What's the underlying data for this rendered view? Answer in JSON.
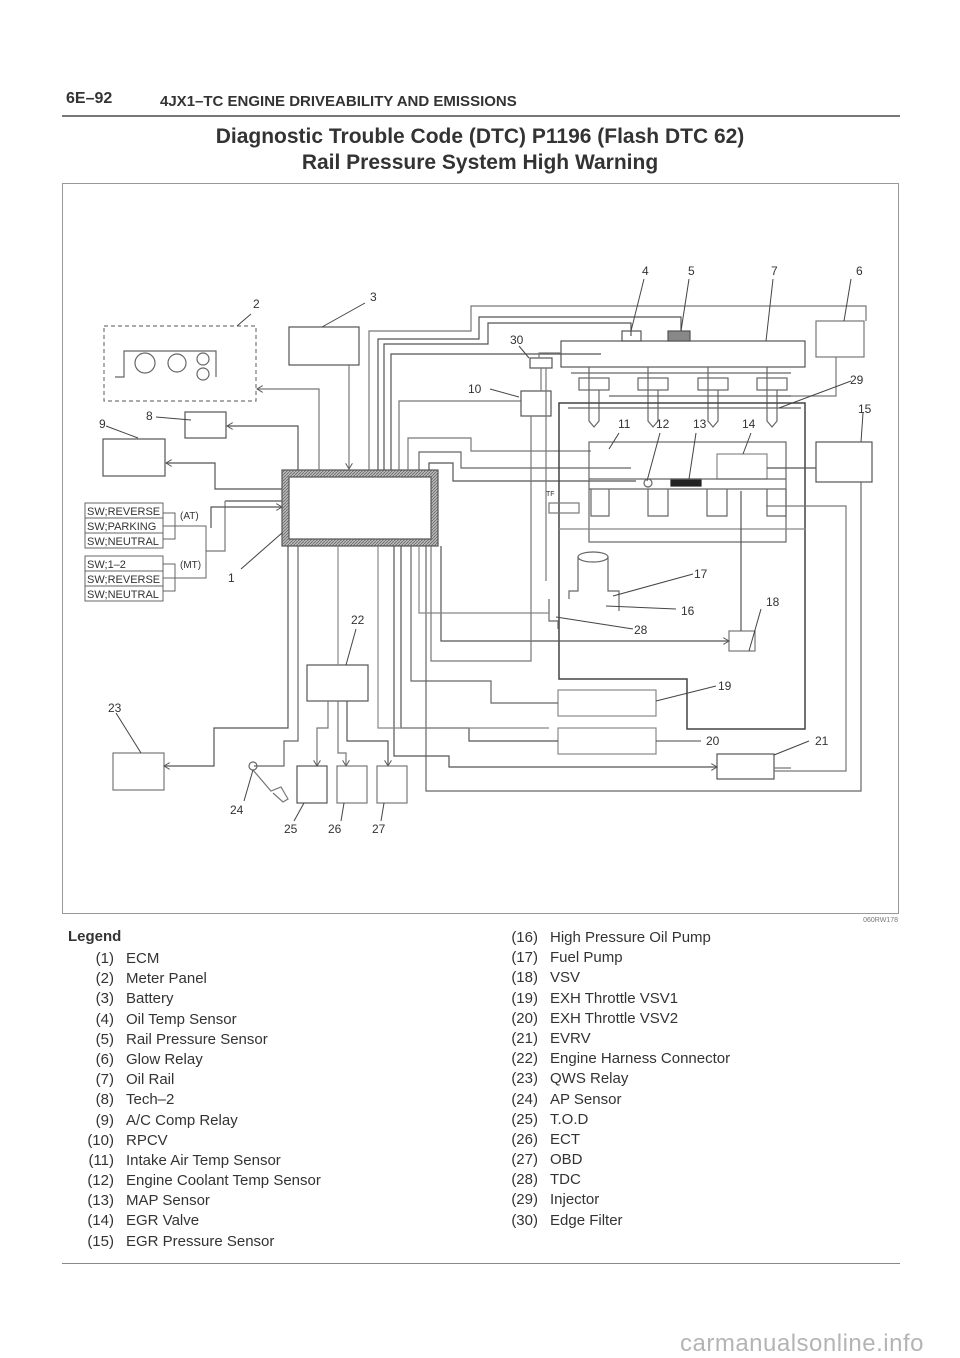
{
  "header": {
    "page_code": "6E–92",
    "section_title": "4JX1–TC ENGINE DRIVEABILITY AND EMISSIONS"
  },
  "title": {
    "line1": "Diagnostic Trouble Code (DTC) P1196 (Flash DTC 62)",
    "line2": "Rail Pressure System High Warning"
  },
  "figure": {
    "code": "060RW178",
    "callouts": [
      "1",
      "2",
      "3",
      "4",
      "5",
      "6",
      "7",
      "8",
      "9",
      "10",
      "11",
      "12",
      "13",
      "14",
      "15",
      "16",
      "17",
      "18",
      "19",
      "20",
      "21",
      "22",
      "23",
      "24",
      "25",
      "26",
      "27",
      "28",
      "29",
      "30"
    ],
    "switch_groups": {
      "at": {
        "label": "(AT)",
        "switches": [
          "SW;REVERSE",
          "SW;PARKING",
          "SW;NEUTRAL"
        ]
      },
      "mt": {
        "label": "(MT)",
        "switches": [
          "SW;1–2",
          "SW;REVERSE",
          "SW;NEUTRAL"
        ]
      }
    },
    "tf_label": "TF"
  },
  "legend": {
    "heading": "Legend",
    "left": [
      {
        "num": "(1)",
        "label": "ECM"
      },
      {
        "num": "(2)",
        "label": "Meter Panel"
      },
      {
        "num": "(3)",
        "label": "Battery"
      },
      {
        "num": "(4)",
        "label": "Oil Temp Sensor"
      },
      {
        "num": "(5)",
        "label": "Rail Pressure Sensor"
      },
      {
        "num": "(6)",
        "label": "Glow Relay"
      },
      {
        "num": "(7)",
        "label": "Oil Rail"
      },
      {
        "num": "(8)",
        "label": "Tech–2"
      },
      {
        "num": "(9)",
        "label": "A/C Comp Relay"
      },
      {
        "num": "(10)",
        "label": "RPCV"
      },
      {
        "num": "(11)",
        "label": "Intake Air Temp Sensor"
      },
      {
        "num": "(12)",
        "label": "Engine Coolant Temp Sensor"
      },
      {
        "num": "(13)",
        "label": "MAP Sensor"
      },
      {
        "num": "(14)",
        "label": "EGR Valve"
      },
      {
        "num": "(15)",
        "label": "EGR Pressure Sensor"
      }
    ],
    "right": [
      {
        "num": "(16)",
        "label": "High Pressure Oil Pump"
      },
      {
        "num": "(17)",
        "label": "Fuel Pump"
      },
      {
        "num": "(18)",
        "label": "VSV"
      },
      {
        "num": "(19)",
        "label": "EXH Throttle VSV1"
      },
      {
        "num": "(20)",
        "label": "EXH Throttle VSV2"
      },
      {
        "num": "(21)",
        "label": "EVRV"
      },
      {
        "num": "(22)",
        "label": "Engine Harness Connector"
      },
      {
        "num": "(23)",
        "label": "QWS Relay"
      },
      {
        "num": "(24)",
        "label": "AP Sensor"
      },
      {
        "num": "(25)",
        "label": "T.O.D"
      },
      {
        "num": "(26)",
        "label": "ECT"
      },
      {
        "num": "(27)",
        "label": "OBD"
      },
      {
        "num": "(28)",
        "label": "TDC"
      },
      {
        "num": "(29)",
        "label": "Injector"
      },
      {
        "num": "(30)",
        "label": "Edge Filter"
      }
    ]
  },
  "watermark": "carmanualsonline.info"
}
